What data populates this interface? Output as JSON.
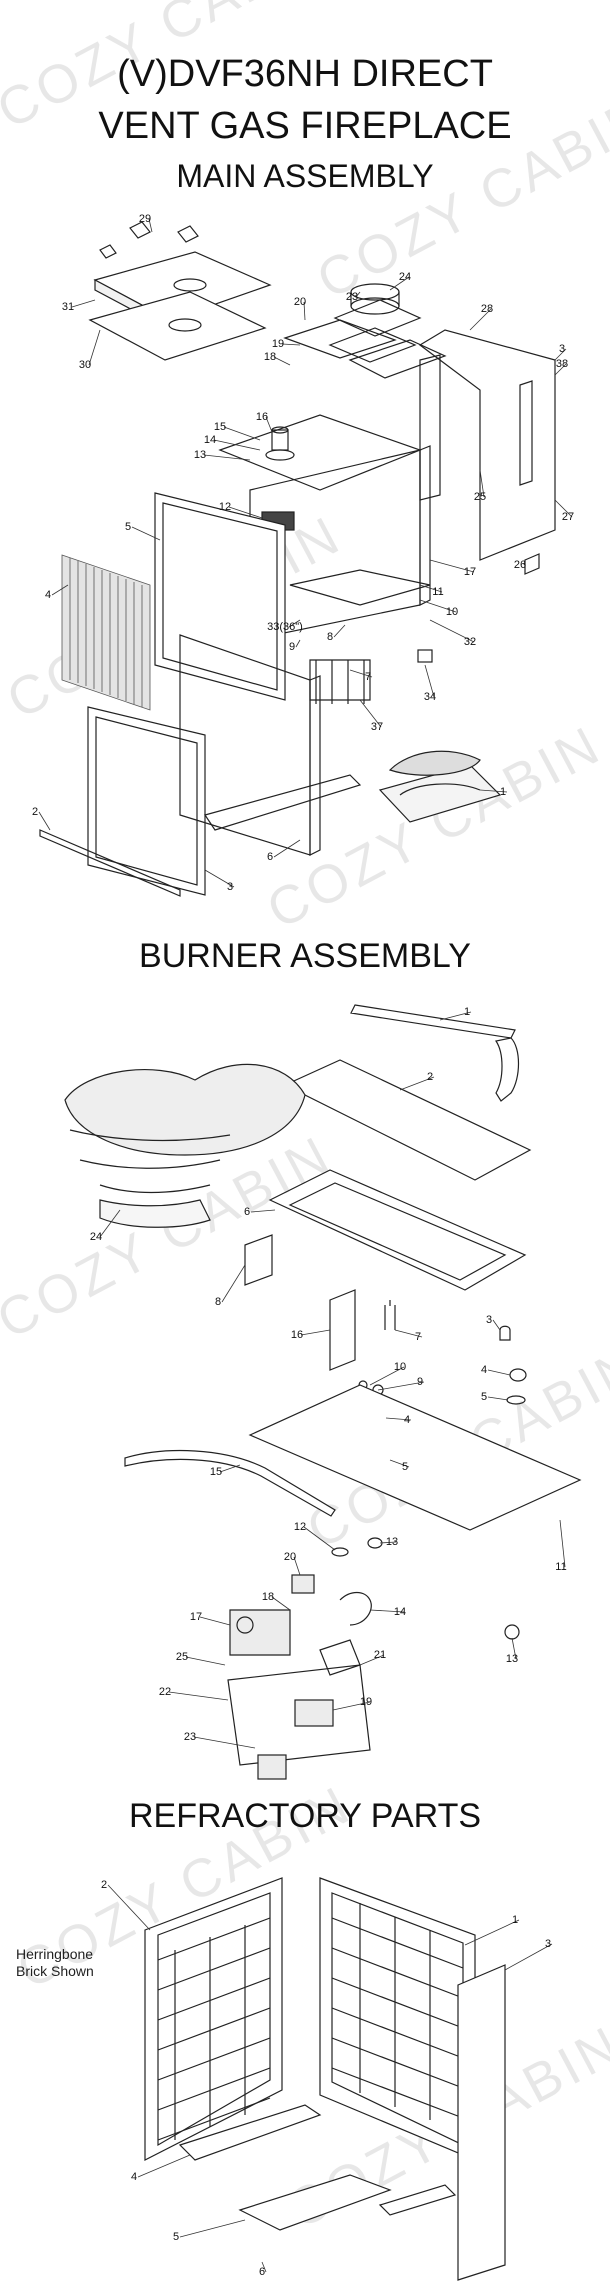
{
  "title_line1": "(V)DVF36NH DIRECT",
  "title_line2": "VENT GAS FIREPLACE",
  "section_main": "MAIN ASSEMBLY",
  "section_burner": "BURNER ASSEMBLY",
  "section_refractory": "REFRACTORY PARTS",
  "refractory_note_line1": "Herringbone",
  "refractory_note_line2": "Brick Shown",
  "watermark": "COZY CABIN",
  "main_callouts": [
    "29",
    "31",
    "30",
    "20",
    "19",
    "18",
    "23",
    "24",
    "28",
    "3",
    "38",
    "16",
    "15",
    "14",
    "13",
    "12",
    "5",
    "4",
    "25",
    "27",
    "26",
    "17",
    "11",
    "10",
    "32",
    "33(36\")",
    "8",
    "9",
    "7",
    "34",
    "37",
    "1",
    "2",
    "3",
    "6"
  ],
  "burner_callouts": [
    "1",
    "2",
    "24",
    "6",
    "8",
    "3",
    "4",
    "5",
    "16",
    "7",
    "10",
    "9",
    "4",
    "5",
    "15",
    "12",
    "13",
    "20",
    "18",
    "14",
    "11",
    "17",
    "21",
    "25",
    "19",
    "22",
    "13",
    "23"
  ],
  "refractory_callouts": [
    "2",
    "1",
    "3",
    "4",
    "5",
    "6"
  ]
}
